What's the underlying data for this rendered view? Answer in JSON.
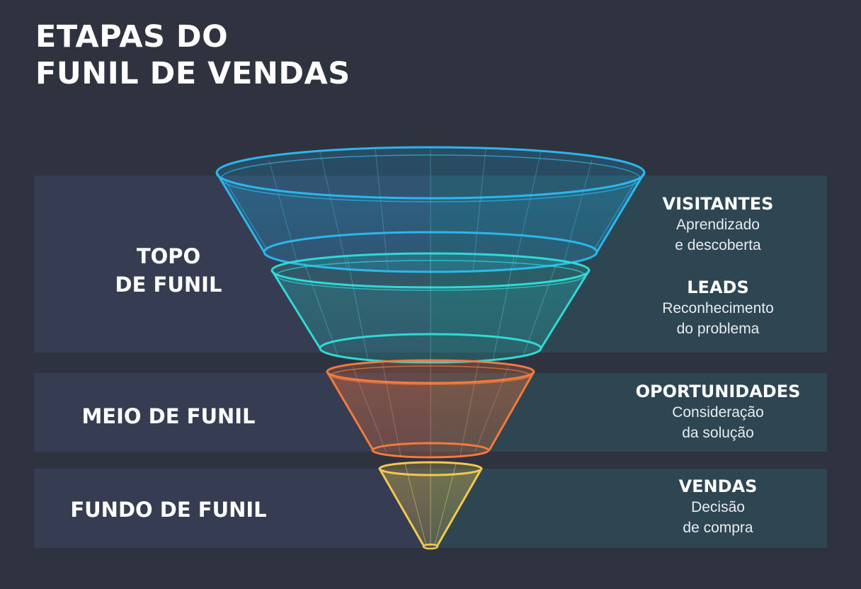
{
  "title": {
    "line1": "ETAPAS DO",
    "line2": "FUNIL DE VENDAS"
  },
  "stages": [
    {
      "label_line1": "TOPO",
      "label_line2": "DE FUNIL"
    },
    {
      "label": "MEIO DE FUNIL"
    },
    {
      "label": "FUNDO DE FUNIL"
    }
  ],
  "levels": [
    {
      "heading": "VISITANTES",
      "sub1": "Aprendizado",
      "sub2": "e descoberta",
      "color": "#1aa8e0"
    },
    {
      "heading": "LEADS",
      "sub1": "Reconhecimento",
      "sub2": "do problema",
      "color": "#1fd0cf"
    },
    {
      "heading": "OPORTUNIDADES",
      "sub1": "Consideração",
      "sub2": "da solução",
      "color": "#f0733a"
    },
    {
      "heading": "VENDAS",
      "sub1": "Decisão",
      "sub2": "de compra",
      "color": "#f2c94c"
    }
  ]
}
